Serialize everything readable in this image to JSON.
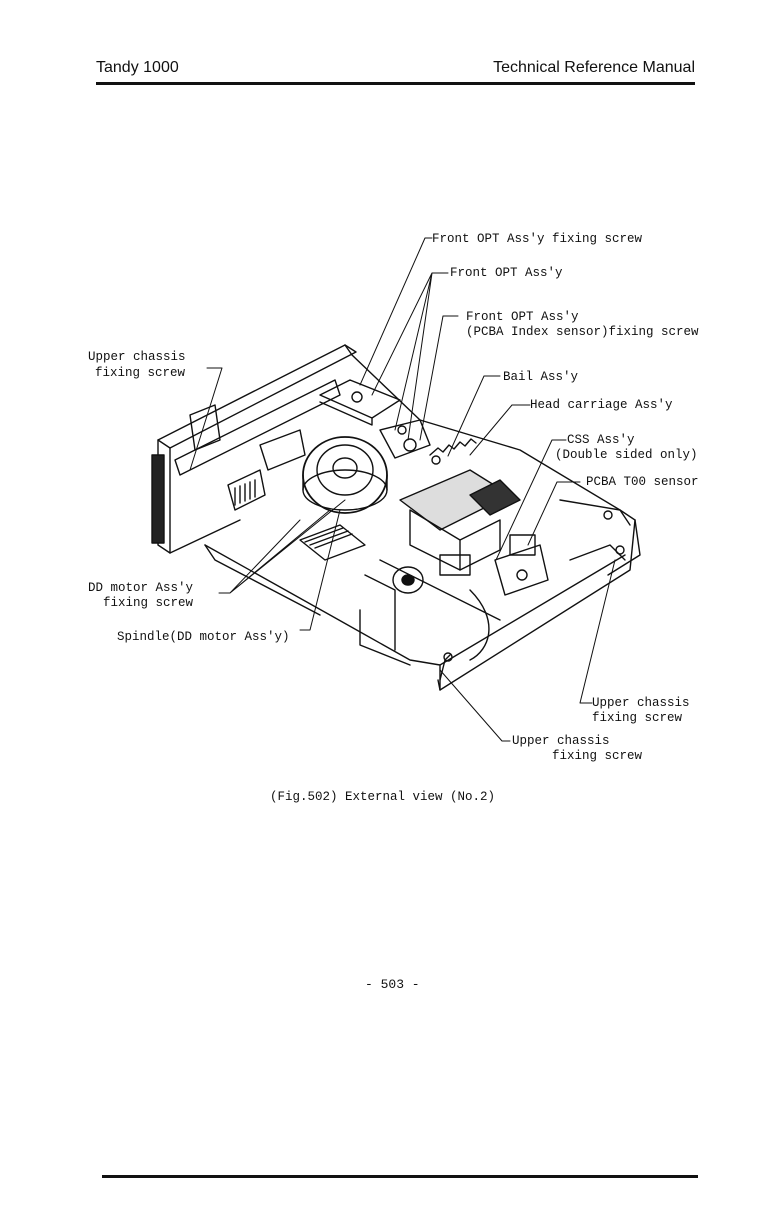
{
  "header": {
    "left": "Tandy 1000",
    "right": "Technical Reference Manual"
  },
  "figure": {
    "labels": {
      "front_opt_fixing_screw": "Front OPT Ass'y fixing screw",
      "front_opt_assy": "Front OPT Ass'y",
      "front_opt_pcba_line1": "Front OPT Ass'y",
      "front_opt_pcba_line2": "(PCBA Index sensor)fixing screw",
      "upper_chassis_left_line1": "Upper chassis",
      "upper_chassis_left_line2": "fixing screw",
      "bail_assy": "Bail Ass'y",
      "head_carriage_assy": "Head carriage Ass'y",
      "css_assy_line1": "CSS Ass'y",
      "css_assy_line2": "(Double sided only)",
      "pcba_t00_sensor": "PCBA T00 sensor",
      "dd_motor_line1": "DD motor Ass'y",
      "dd_motor_line2": "fixing screw",
      "spindle": "Spindle(DD motor Ass'y)",
      "upper_chassis_right_line1": "Upper chassis",
      "upper_chassis_right_line2": "fixing screw",
      "upper_chassis_bottom_line1": "Upper chassis",
      "upper_chassis_bottom_line2": "fixing screw"
    },
    "caption": "(Fig.502) External view (No.2)"
  },
  "footer": {
    "page_number": "- 503 -"
  }
}
